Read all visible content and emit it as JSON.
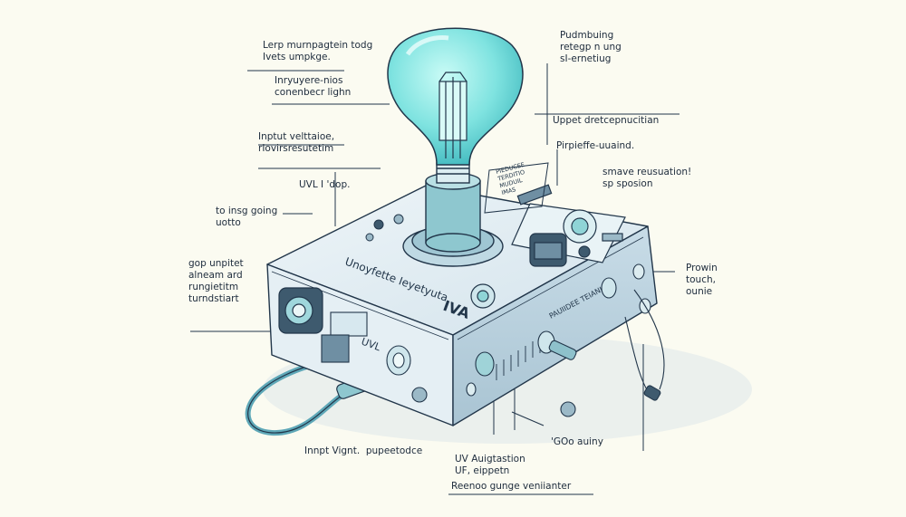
{
  "colors": {
    "background": "#fbfbf1",
    "outline": "#22364a",
    "bulb_glass": "#7fe3e0",
    "housing": "#dfeaf0",
    "housing_side": "#b9cfdc",
    "accent_teal": "#6cc7c9"
  },
  "callouts": [
    {
      "id": "top-left-1",
      "text": "Lerp murnpagtein todg\nIvets umpkge."
    },
    {
      "id": "top-left-2",
      "text": "Inryuyere-nios\nconenbecr lighn"
    },
    {
      "id": "left-input-voltage",
      "text": "Inptut velttaioe,\nrIovirsresutetim"
    },
    {
      "id": "left-uvl",
      "text": "UVL I 'dop."
    },
    {
      "id": "left-insg",
      "text": "to insg going\nuotto"
    },
    {
      "id": "left-gop",
      "text": "gop unpitet\nalneam ard\nrungietitm\nturndstiart"
    },
    {
      "id": "top-right-1",
      "text": "Pudmbuing\nretegp n ung\nsI-ernetiug"
    },
    {
      "id": "right-upper",
      "text": "Uppet dretcepnucitian"
    },
    {
      "id": "right-pirpeff",
      "text": "Pirpieffe-uuaind."
    },
    {
      "id": "right-smave",
      "text": "smave reusuation!\nsp sposion"
    },
    {
      "id": "right-prowin",
      "text": "Prowin\ntouch,\nounie"
    },
    {
      "id": "bottom-input",
      "text": "Innpt Vignt.  pupeetodce"
    },
    {
      "id": "bottom-uv",
      "text": "UV Auigtastion\nUF, eippetn"
    },
    {
      "id": "bottom-reenoo",
      "text": "Reenoo gunge veniianter"
    },
    {
      "id": "bottom-goo",
      "text": "'GOo auiny"
    }
  ],
  "device": {
    "top_panel_text": "Unoyfette Ieyetyuta",
    "top_panel_tag": "IVA",
    "front_badge": "UVL",
    "side_panel_text": "PAUIIDEE TEIANI",
    "small_plate_text": "PIEDUCEE\nTERDITIO\nMUDUIL\nIMAS"
  }
}
